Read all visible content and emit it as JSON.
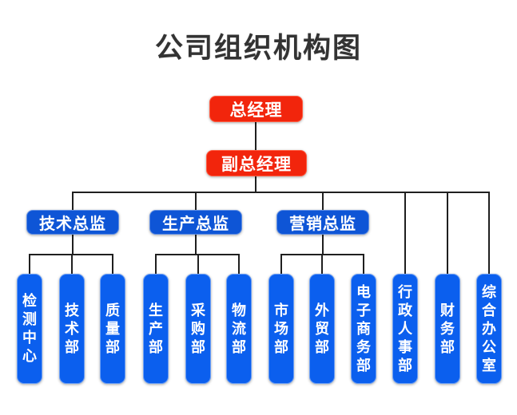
{
  "title": "公司组织机构图",
  "colors": {
    "red": "#f2250c",
    "red_edge": "#ff5a40",
    "director_blue": "#0e55d6",
    "dept_blue": "#0b5fee",
    "line": "#1f1f1f",
    "box_text": "#ffffff",
    "title_color": "#333333",
    "background": "#ffffff"
  },
  "org": {
    "general_manager": "总经理",
    "deputy_general_manager": "副总经理",
    "directors": [
      {
        "label": "技术总监",
        "departments": [
          "检测中心",
          "技术部",
          "质量部"
        ]
      },
      {
        "label": "生产总监",
        "departments": [
          "生产部",
          "采购部",
          "物流部"
        ]
      },
      {
        "label": "营销总监",
        "departments": [
          "市场部",
          "外贸部",
          "电子商务部"
        ]
      }
    ],
    "direct_departments": [
      "行政人事部",
      "财务部",
      "综合办公室"
    ]
  }
}
